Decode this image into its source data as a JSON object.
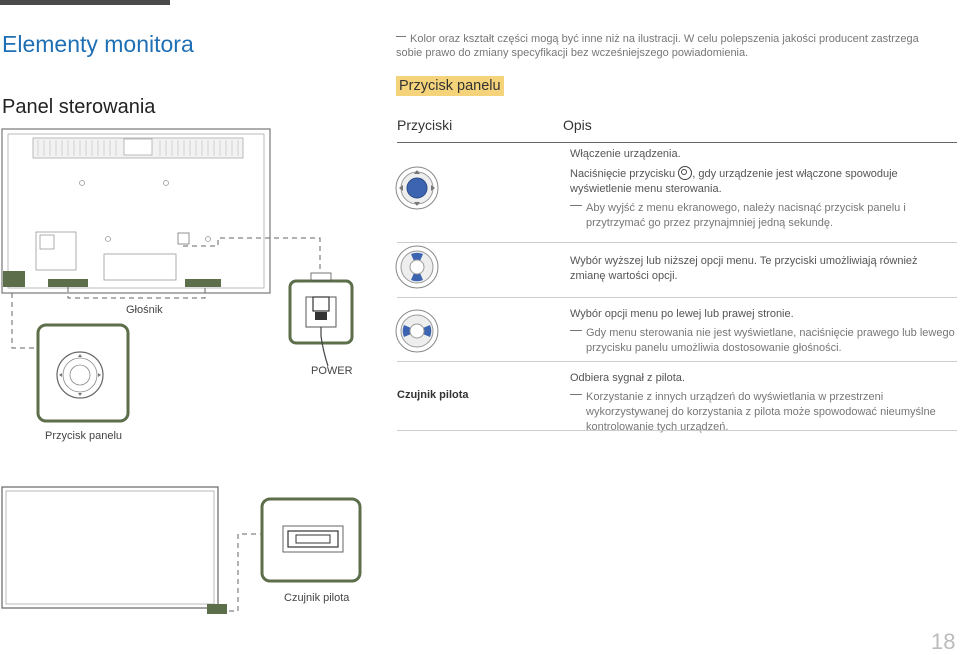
{
  "header": {
    "title": "Elementy monitora",
    "subtitle": "Panel sterowania"
  },
  "note_top": "Kolor oraz kształt części mogą być inne niż na ilustracji. W celu polepszenia jakości producent zastrzega sobie prawo do zmiany specyfikacji bez wcześniejszego powiadomienia.",
  "section": {
    "heading": "Przycisk panelu",
    "col_buttons": "Przyciski",
    "col_description": "Opis"
  },
  "rows": [
    {
      "line1": "Włączenie urządzenia.",
      "line2_before": "Naciśnięcie przycisku",
      "line2_after": ", gdy urządzenie jest włączone spowoduje wyświetlenie menu sterowania.",
      "note": "Aby wyjść z menu ekranowego, należy nacisnąć przycisk panelu i przytrzymać go przez przynajmniej jedną sekundę."
    },
    {
      "line1": "Wybór wyższej lub niższej opcji menu. Te przyciski umożliwiają również zmianę wartości opcji."
    },
    {
      "line1": "Wybór opcji menu po lewej lub prawej stronie.",
      "note": "Gdy menu sterowania nie jest wyświetlane, naciśnięcie prawego lub lewego przycisku panelu umożliwia dostosowanie głośności."
    },
    {
      "label": "Czujnik pilota",
      "line1": "Odbiera sygnał z pilota.",
      "note": "Korzystanie z innych urządzeń do wyświetlania w przestrzeni wykorzystywanej do korzystania z pilota może spowodować nieumyślne kontrolowanie tych urządzeń."
    }
  ],
  "diagram": {
    "speaker_label": "Głośnik",
    "power_label": "POWER",
    "panel_button_label": "Przycisk panelu",
    "remote_sensor_label": "Czujnik pilota"
  },
  "page_number": "18",
  "colors": {
    "title": "#1f6fb5",
    "highlight": "#f4d37a",
    "callout_green": "#5c6e4a",
    "button_blue": "#3d64b0"
  }
}
